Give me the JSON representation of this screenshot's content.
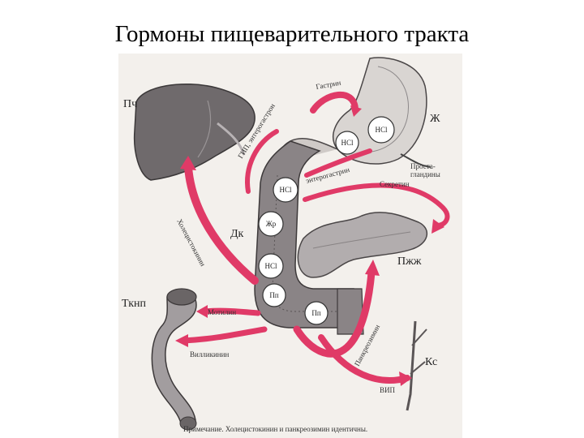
{
  "title": "Гормоны пищеварительного тракта",
  "organs": {
    "liver": "Пч",
    "stomach": "Ж",
    "duodenum": "Дк",
    "pancreas": "Пжж",
    "small_intestine": "Ткнп",
    "vessels": "Кс"
  },
  "hormones": {
    "gastrin": "Гастрин",
    "gip": "ГИП, энтерогастрон",
    "enterogastrin": "энтерогастрин",
    "secretin": "Секретин",
    "cholecystokinin": "Холецистокинин",
    "motilin": "Мотилин",
    "villikinin": "Вилликинин",
    "pancreozymin": "Панкреозимин",
    "vip": "ВИП",
    "prostaglandins": "Проста-\nгландины"
  },
  "stimuli": {
    "hcl_1": "HCl",
    "hcl_2": "HCl",
    "hcl_3": "HCl",
    "hcl_4": "HCl",
    "fat": "Жр",
    "food": "Пп",
    "food_2": "Пп"
  },
  "caption": "Примечание. Холецистокинин и панкреозимин идентичны."
}
